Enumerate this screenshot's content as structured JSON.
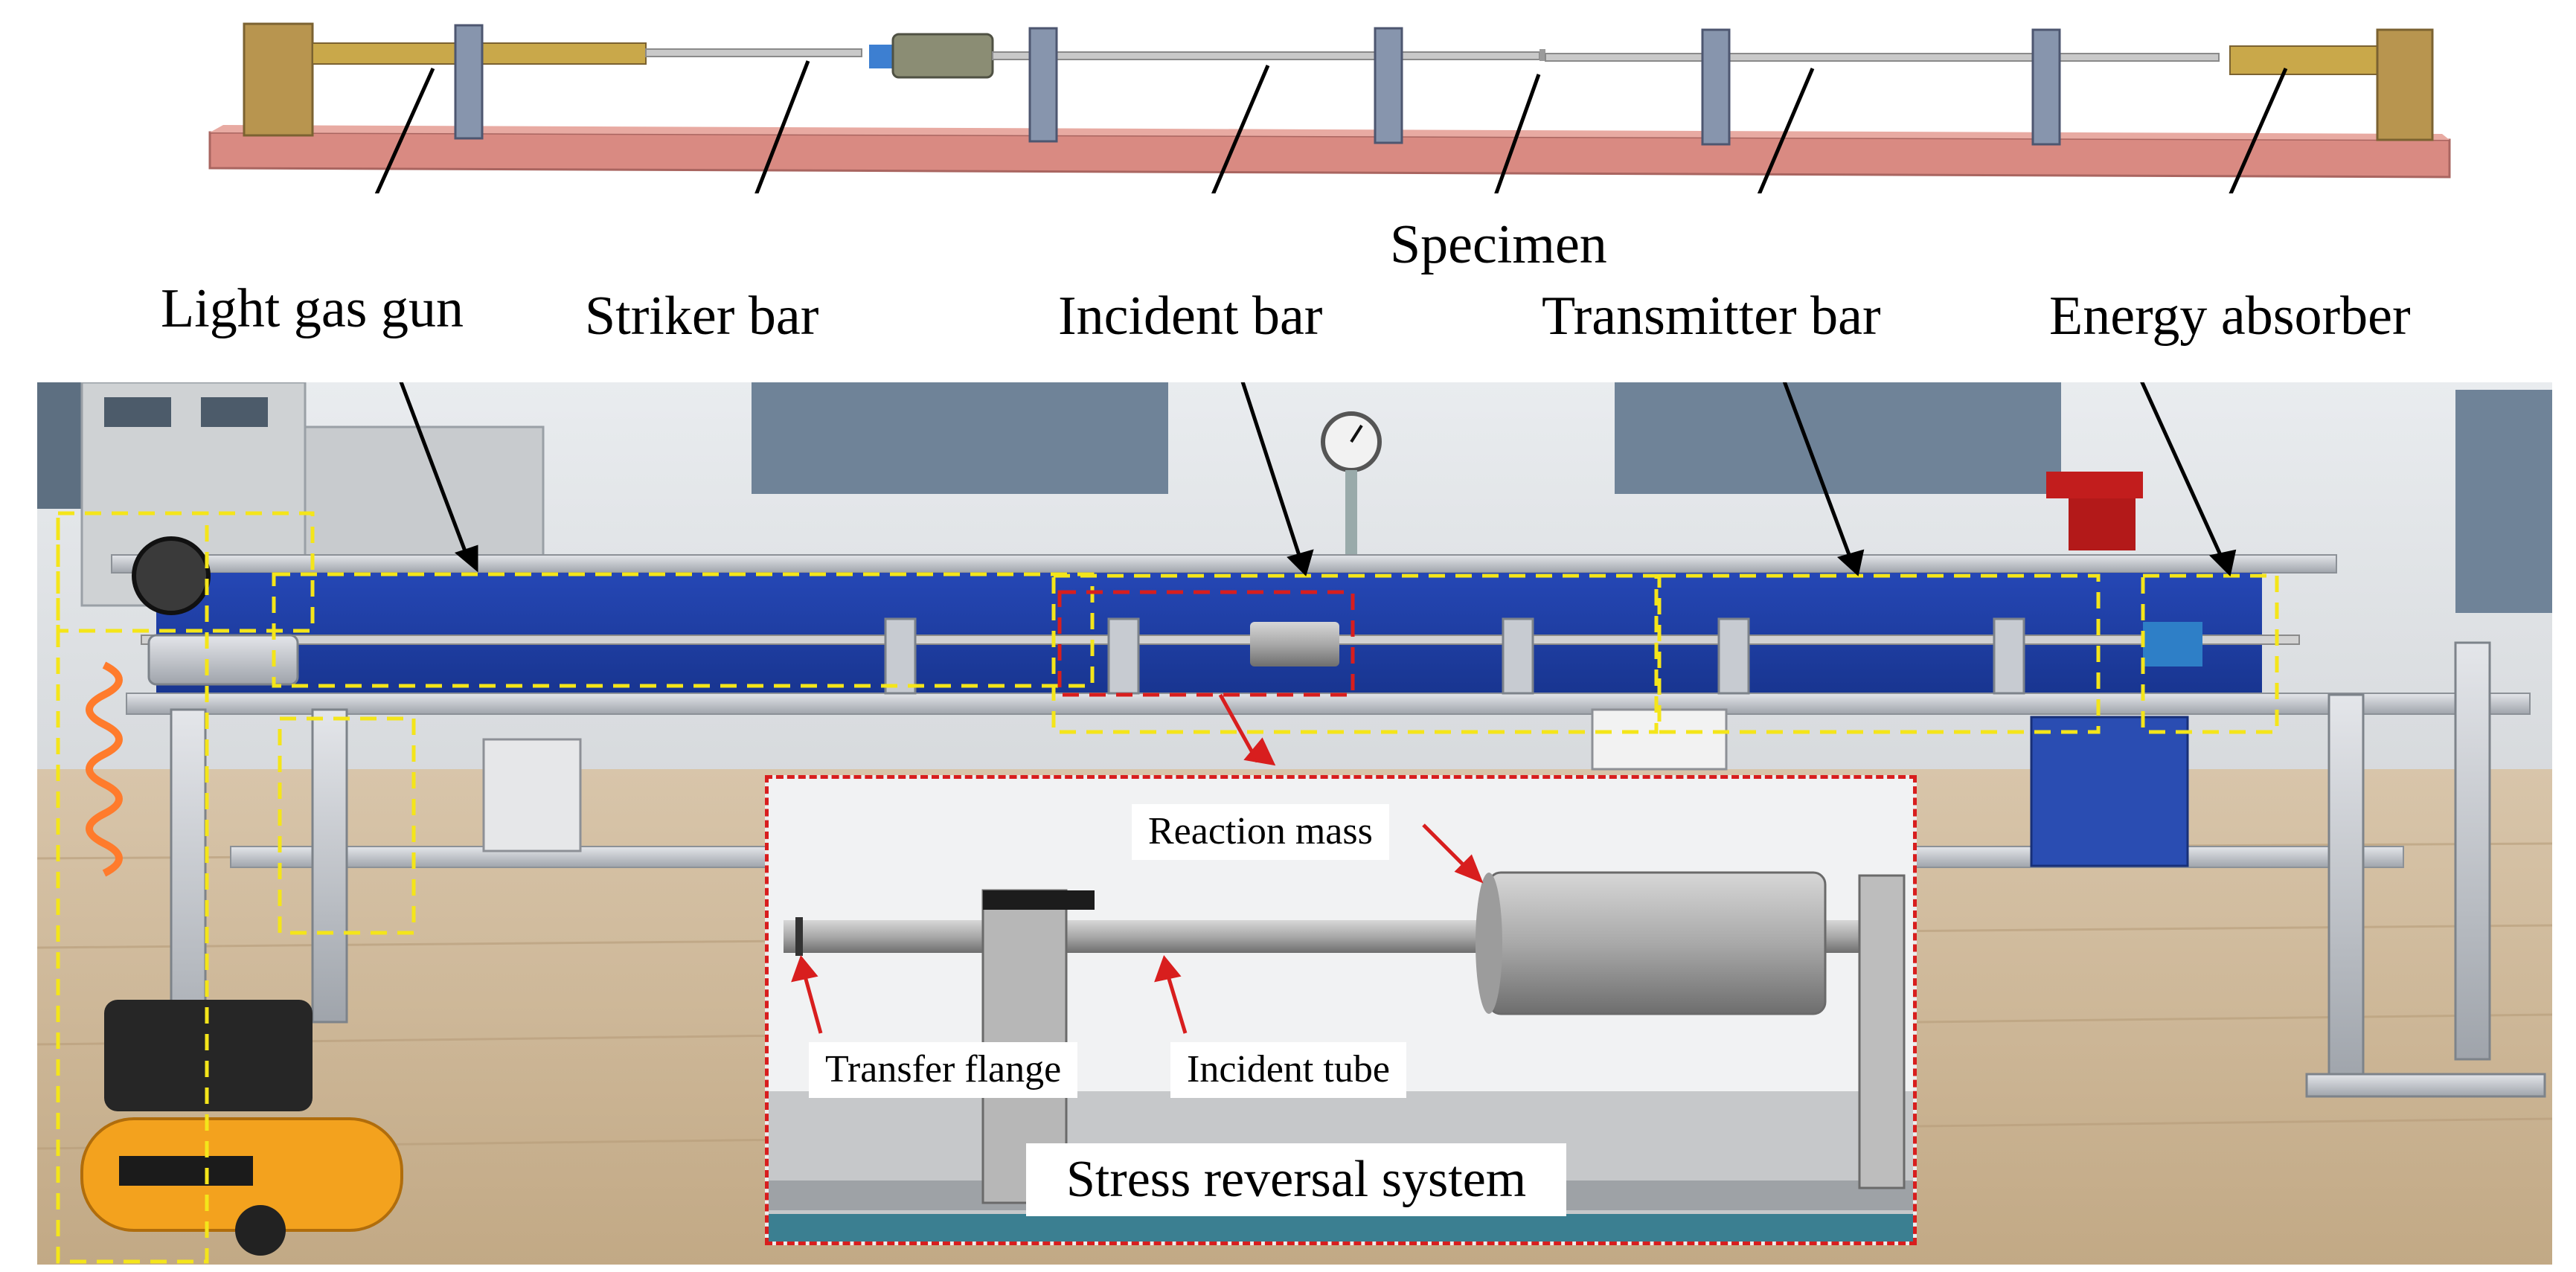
{
  "labels": {
    "light_gas_gun": "Light gas gun",
    "striker_bar": "Striker bar",
    "incident_bar": "Incident bar",
    "specimen": "Specimen",
    "transmitter_bar": "Transmitter bar",
    "energy_absorber": "Energy absorber"
  },
  "inset": {
    "reaction_mass": "Reaction mass",
    "transfer_flange": "Transfer flange",
    "incident_tube": "Incident tube",
    "title": "Stress reversal system"
  },
  "colors": {
    "base_rail": "#d98a82",
    "gun_block": "#b8954f",
    "gun_rod": "#c9a84a",
    "support": "#8795ad",
    "bar": "#b9b9b9",
    "highlight_yellow": "#f4e51a",
    "highlight_red": "#d81e1e",
    "blue_frame": "#1d3fa6",
    "floor": "#cdb79a",
    "compressor": "#f3a21e"
  }
}
